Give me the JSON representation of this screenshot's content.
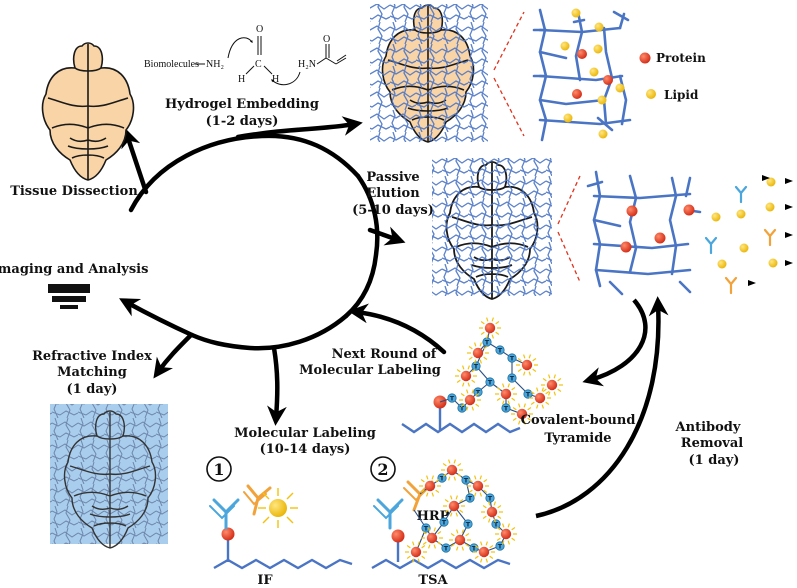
{
  "steps": {
    "dissection": "Tissue Dissection",
    "embed_title": "Hydrogel Embedding",
    "embed_time": "(1-2 days)",
    "elution_l1": "Passive",
    "elution_l2": "Elution",
    "elution_time": "(5-10 days)",
    "imaging": "Imaging and Analysis",
    "ri_l1": "Refractive Index",
    "ri_l2": "Matching",
    "ri_time": "(1 day)",
    "next_l1": "Next Round of",
    "next_l2": "Molecular Labeling",
    "mol_title": "Molecular Labeling",
    "mol_time": "(10-14 days)",
    "cov_l1": "Covalent-bound",
    "cov_l2": "Tyramide",
    "ab_l1": "Antibody",
    "ab_l2": "Removal",
    "ab_time": "(1 day)"
  },
  "legend": {
    "protein": "Protein",
    "lipid": "Lipid"
  },
  "chemistry": {
    "biomolecules": "Biomolecules",
    "nh2": "NH₂",
    "h2n": "H₂N",
    "o": "O",
    "c": "C",
    "h": "H"
  },
  "labels": {
    "num1": "1",
    "num2": "2",
    "if": "IF",
    "tsa": "TSA",
    "hrp": "HRP",
    "t": "T"
  },
  "colors": {
    "brain_fill": "#f9d4a6",
    "gel_line": "#4a74c4",
    "protein": "#e0341e",
    "lipid": "#f3c20e",
    "clear_bg": "#a9cdec",
    "antibody_blue": "#4aa6dc",
    "antibody_orange": "#f2a23a"
  }
}
